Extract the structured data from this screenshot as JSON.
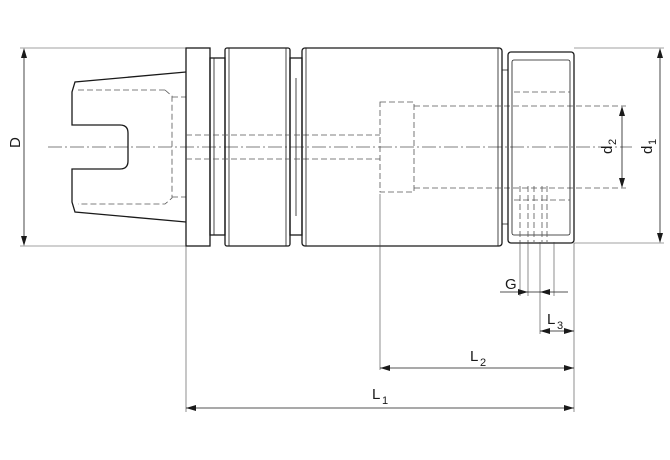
{
  "labels": {
    "D": "D",
    "d": "d",
    "L": "L",
    "G": "G",
    "sub_1": "1",
    "sub_2": "2",
    "sub_3": "3"
  }
}
